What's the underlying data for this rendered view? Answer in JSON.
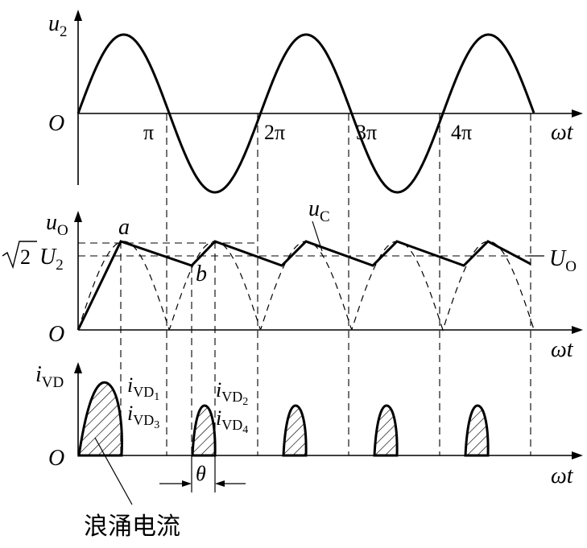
{
  "top_plot": {
    "y_label": "u",
    "y_label_sub": "2",
    "origin": "O",
    "x_axis_label": "ωt",
    "ticks": [
      "π",
      "2π",
      "3π",
      "4π"
    ]
  },
  "middle_plot": {
    "y_label": "u",
    "y_label_sub": "O",
    "sqrt_label": "2",
    "peak_label": "U",
    "peak_label_sub": "2",
    "point_a": "a",
    "point_b": "b",
    "uc_label": "u",
    "uc_label_sub": "C",
    "uo_label": "U",
    "uo_label_sub": "O",
    "origin": "O",
    "x_axis_label": "ωt"
  },
  "bottom_plot": {
    "y_label": "i",
    "y_label_sub": "VD",
    "origin": "O",
    "x_axis_label": "ωt",
    "label_1": "i",
    "label_1_sub": "VD",
    "label_1_subsub": "1",
    "label_3": "i",
    "label_3_sub": "VD",
    "label_3_subsub": "3",
    "label_2": "i",
    "label_2_sub": "VD",
    "label_2_subsub": "2",
    "label_4": "i",
    "label_4_sub": "VD",
    "label_4_subsub": "4",
    "theta": "θ",
    "surge_label": "浪涌电流"
  }
}
